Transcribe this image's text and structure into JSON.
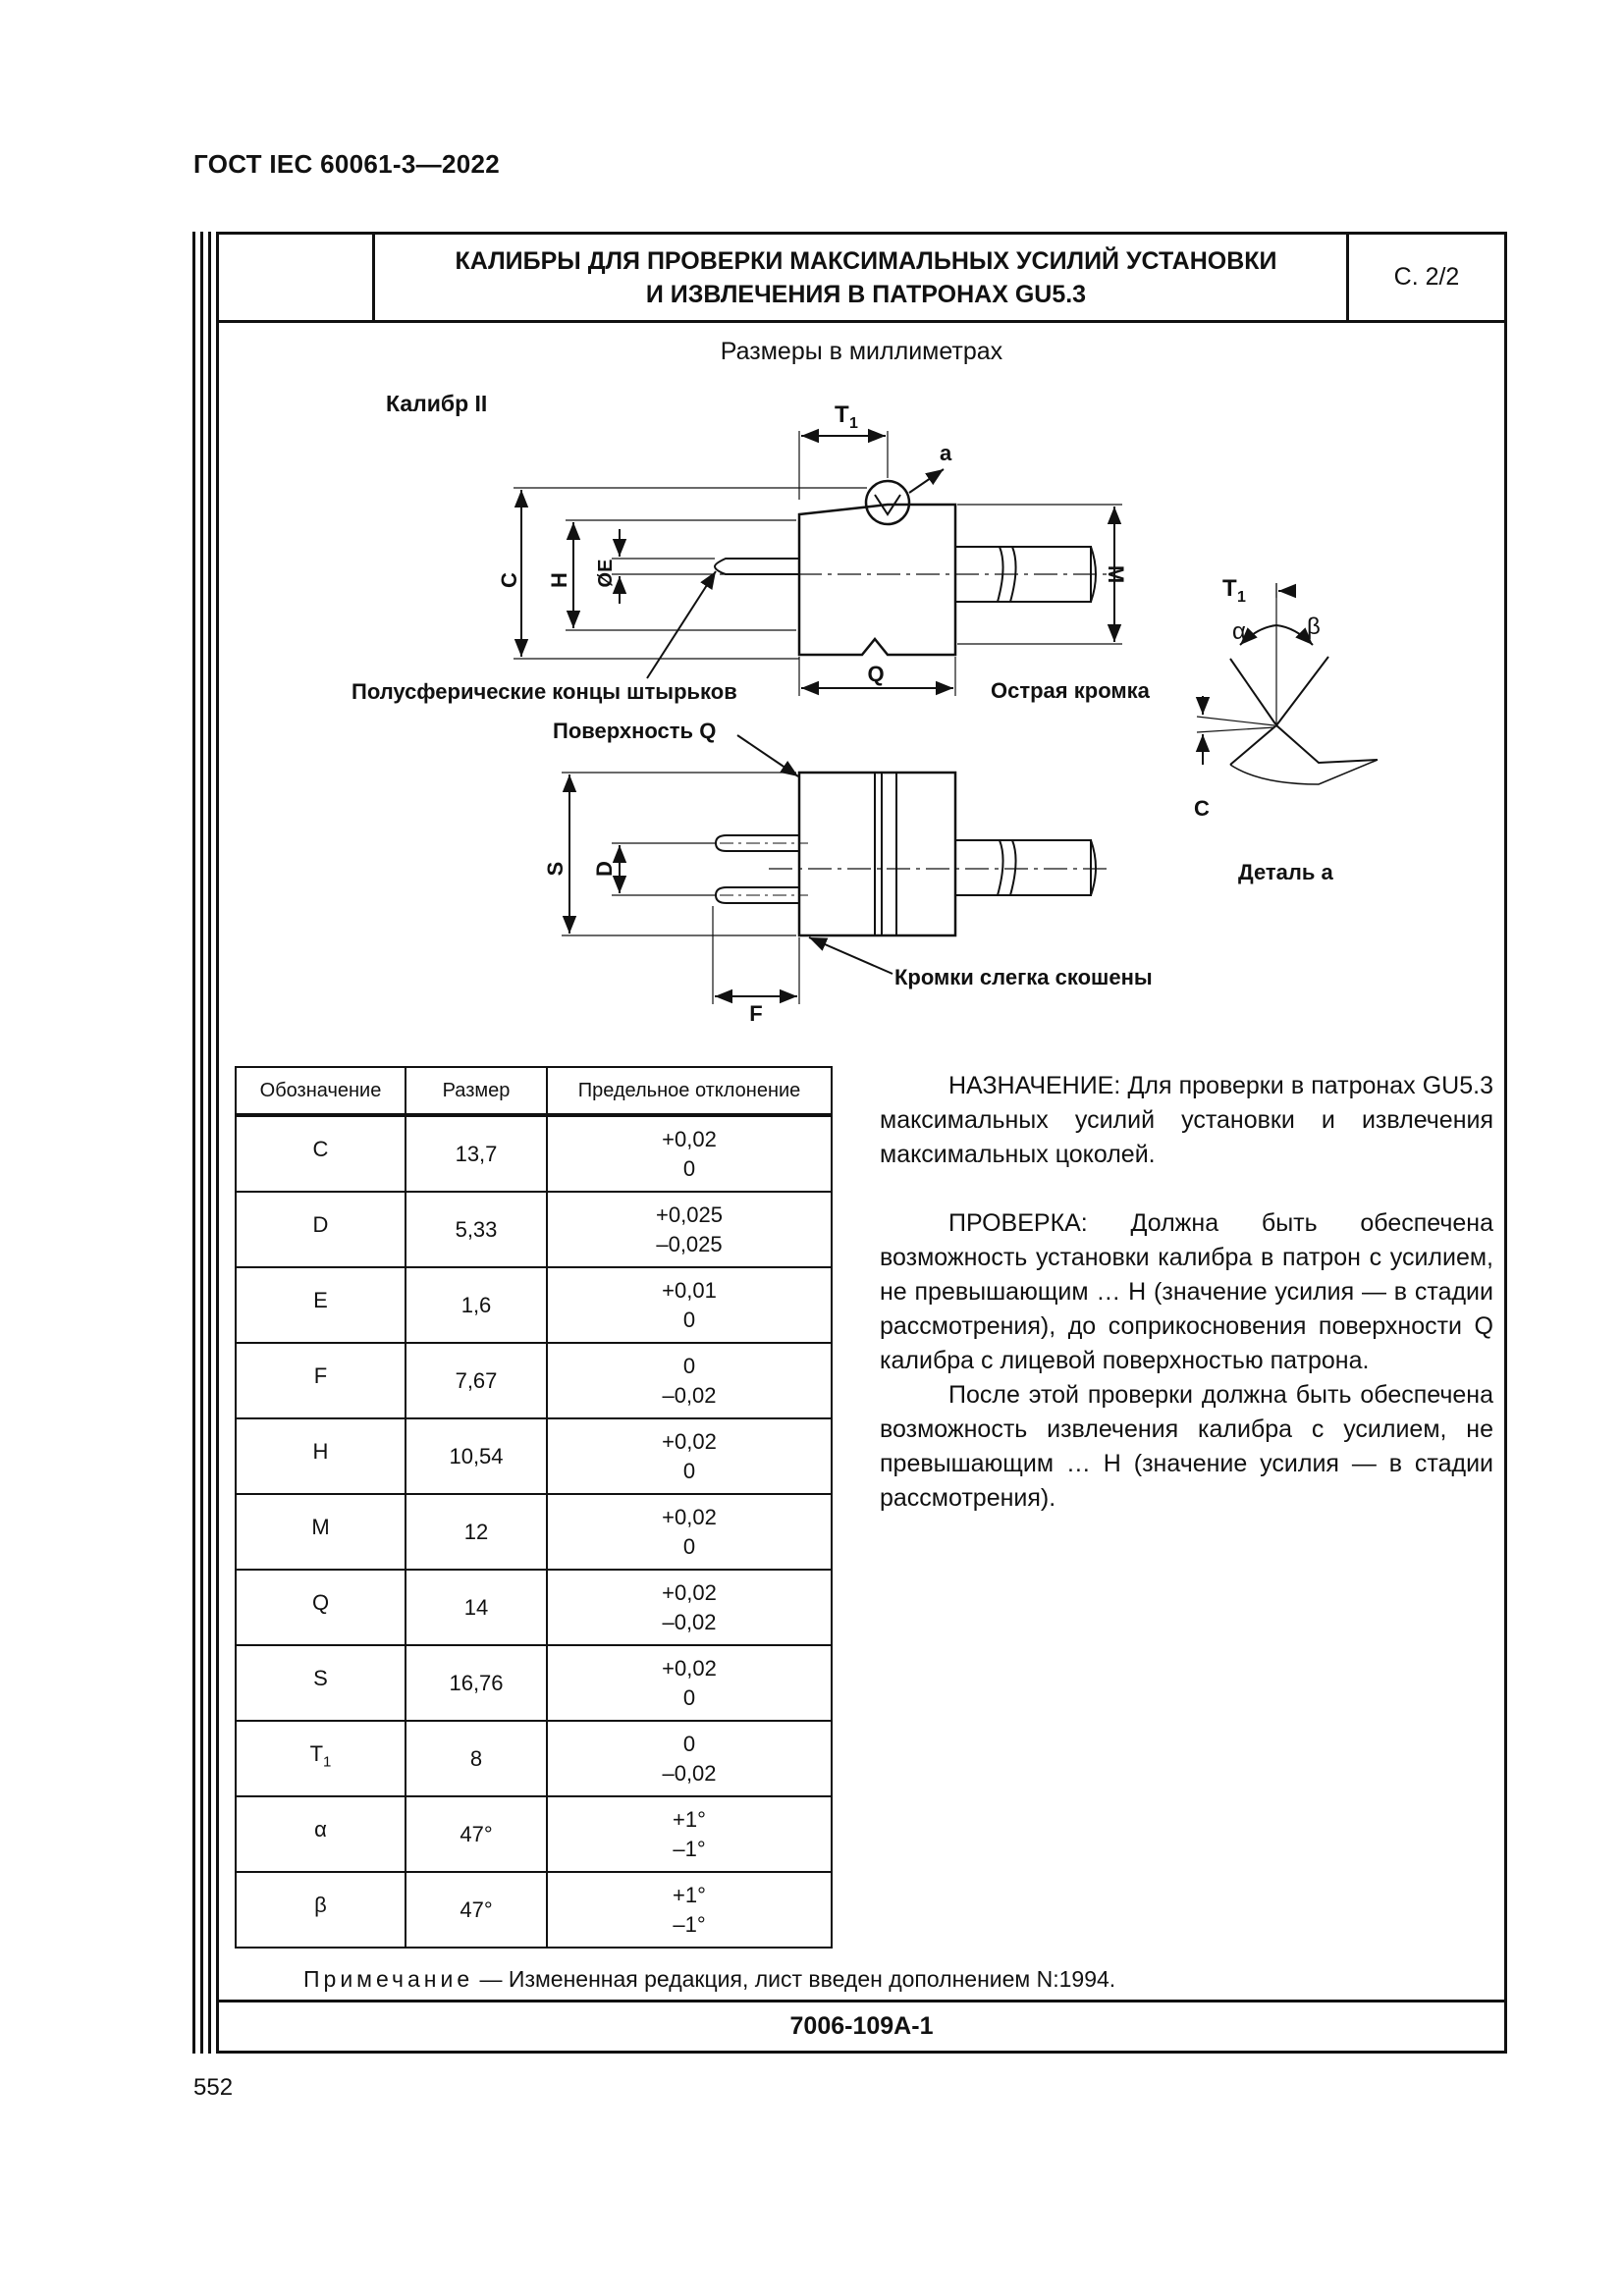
{
  "document": {
    "header": "ГОСТ IEC 60061-3—2022",
    "page_number": "552"
  },
  "sheet": {
    "title_line1": "КАЛИБРЫ ДЛЯ ПРОВЕРКИ МАКСИМАЛЬНЫХ УСИЛИЙ УСТАНОВКИ",
    "title_line2": "И ИЗВЛЕЧЕНИЯ В ПАТРОНАХ GU5.3",
    "sheet_number": "С. 2/2",
    "sizes_note": "Размеры в миллиметрах",
    "footer_code": "7006-109А-1"
  },
  "drawing": {
    "gauge_label": "Калибр II",
    "label_a": "a",
    "label_T1": "T",
    "sub_1": "1",
    "label_C": "C",
    "label_H": "H",
    "label_E": "ØE",
    "label_M": "M",
    "label_Q": "Q",
    "label_S": "S",
    "label_D": "D",
    "label_F": "F",
    "label_alpha": "α",
    "label_beta": "β",
    "callout_pins": "Полусферические концы штырьков",
    "callout_edge": "Острая кромка",
    "callout_surface": "Поверхность Q",
    "callout_chamfer": "Кромки слегка скошены",
    "detail_label": "Деталь a"
  },
  "table": {
    "headers": [
      "Обозначение",
      "Размер",
      "Предельное отклонение"
    ],
    "rows": [
      {
        "designation": "C",
        "sub": "",
        "size": "13,7",
        "dev_upper": "+0,02",
        "dev_lower": "0"
      },
      {
        "designation": "D",
        "sub": "",
        "size": "5,33",
        "dev_upper": "+0,025",
        "dev_lower": "–0,025"
      },
      {
        "designation": "E",
        "sub": "",
        "size": "1,6",
        "dev_upper": "+0,01",
        "dev_lower": "0"
      },
      {
        "designation": "F",
        "sub": "",
        "size": "7,67",
        "dev_upper": "0",
        "dev_lower": "–0,02"
      },
      {
        "designation": "H",
        "sub": "",
        "size": "10,54",
        "dev_upper": "+0,02",
        "dev_lower": "0"
      },
      {
        "designation": "M",
        "sub": "",
        "size": "12",
        "dev_upper": "+0,02",
        "dev_lower": "0"
      },
      {
        "designation": "Q",
        "sub": "",
        "size": "14",
        "dev_upper": "+0,02",
        "dev_lower": "–0,02"
      },
      {
        "designation": "S",
        "sub": "",
        "size": "16,76",
        "dev_upper": "+0,02",
        "dev_lower": "0"
      },
      {
        "designation": "T",
        "sub": "1",
        "size": "8",
        "dev_upper": "0",
        "dev_lower": "–0,02"
      },
      {
        "designation": "α",
        "sub": "",
        "size": "47°",
        "dev_upper": "+1°",
        "dev_lower": "–1°"
      },
      {
        "designation": "β",
        "sub": "",
        "size": "47°",
        "dev_upper": "+1°",
        "dev_lower": "–1°"
      }
    ]
  },
  "notes": {
    "purpose": "НАЗНАЧЕНИЕ: Для проверки в патронах GU5.3 максимальных усилий установки и извлечения максимальных цоколей.",
    "check": "ПРОВЕРКА: Должна быть обеспечена возможность установки калибра в патрон с усилием, не превышающим … Н (значение усилия — в стадии рассмотрения), до соприкосновения поверхности Q калибра с лицевой поверхностью патрона.",
    "after_check": "После этой проверки должна быть обеспечена возможность извлечения калибра с усилием, не превышающим … Н (значение усилия — в стадии рассмотрения)."
  },
  "remark": {
    "prefix": "Примечание",
    "text": " — Измененная редакция, лист введен дополнением N:1994."
  }
}
